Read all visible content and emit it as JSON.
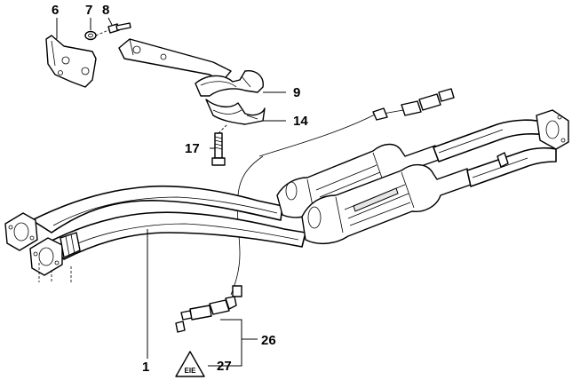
{
  "callouts": {
    "c1": "1",
    "c6": "6",
    "c7": "7",
    "c8": "8",
    "c9": "9",
    "c14": "14",
    "c17": "17",
    "c26": "26",
    "c27": "27"
  },
  "warning_symbol": {
    "icon": "recycling-triangle-icon",
    "text": "ElE"
  }
}
